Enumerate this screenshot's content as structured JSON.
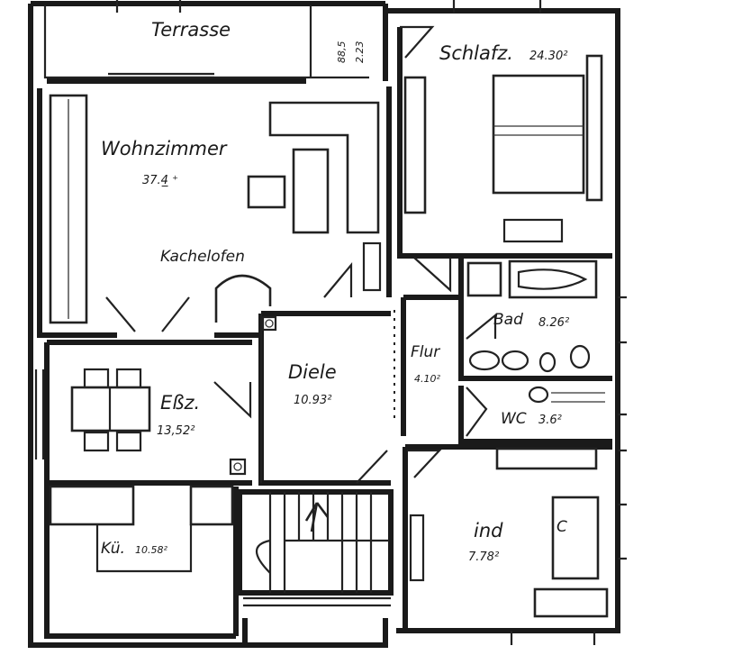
{
  "rooms": {
    "terrasse": {
      "name": "Terrasse"
    },
    "wohnzimmer": {
      "name": "Wohnzimmer",
      "area": "37.4̲̲ ⁺"
    },
    "kachelofen": {
      "name": "Kachelofen"
    },
    "schlafz": {
      "name": "Schlafz.",
      "area": "24.30²"
    },
    "esz": {
      "name": "Eßz.",
      "area": "13,52²"
    },
    "diele": {
      "name": "Diele",
      "area": "10.93²"
    },
    "flur": {
      "name": "Flur",
      "area": "4.10²"
    },
    "bad": {
      "name": "Bad",
      "area": "8.26²"
    },
    "wc": {
      "name": "WC",
      "area": "3.6²"
    },
    "kueche": {
      "name": "Kü.",
      "area": "10.58²"
    },
    "kind": {
      "name": "ind",
      "area": "7.78²"
    }
  },
  "dimensions": {
    "window_top": "88,5",
    "window_bottom": "2.23"
  },
  "symbols": {
    "closet_letter": "C",
    "stair_arrow": "arrow-up-icon"
  }
}
